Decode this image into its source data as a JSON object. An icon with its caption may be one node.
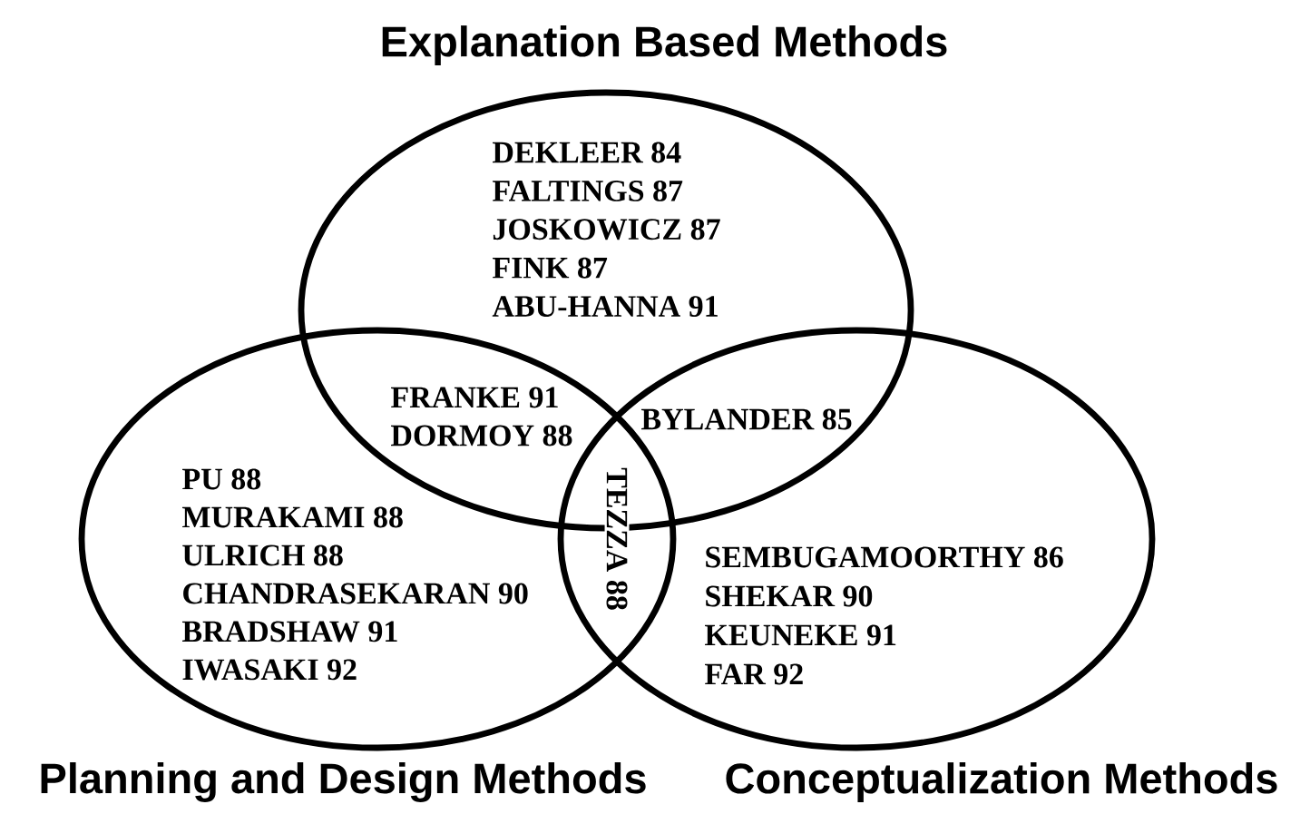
{
  "diagram": {
    "nodes": [
      {
        "text": [
          "Explanation Based Methods",
          "DEKLEER 84",
          "FALTINGS 87",
          "JOSKOWICZ 87",
          "FINK 87",
          "ABU-HANNA 91"
        ]
      },
      {
        "text": [
          "Planning and Design Methods",
          "PU 88",
          "MURAKAMI 88",
          "ULRICH 88",
          "CHANDRASEKARAN 90",
          "BRADSHAW 91",
          "IWASAKI 92"
        ]
      },
      {
        "text": [
          "Conceptualization Methods",
          "SEMBUGAMOORTHY 86",
          "SHEKAR 90",
          "KEUNEKE 91",
          "FAR 92"
        ]
      }
    ],
    "labels": [
      "FRANKE 91",
      "DORMOY 88",
      "BYLANDER 85",
      "TEZZA 88"
    ]
  }
}
